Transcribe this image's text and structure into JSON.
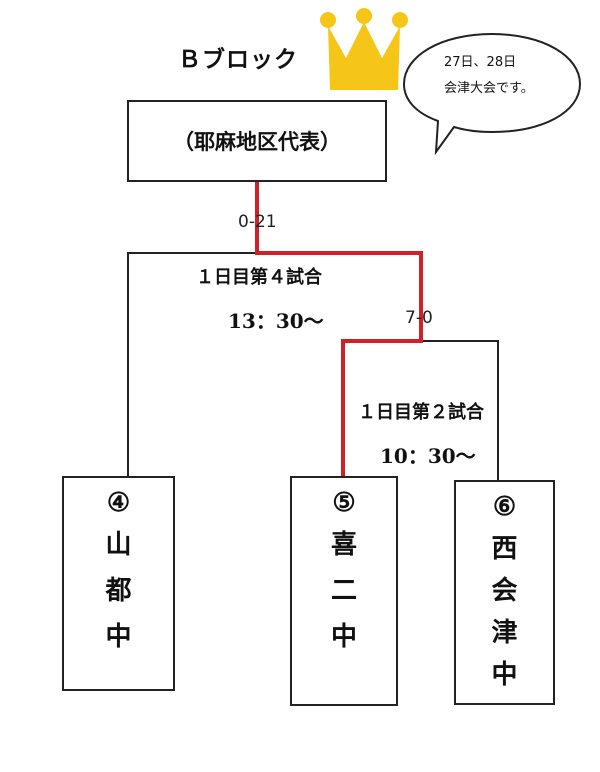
{
  "title": "Ｂブロック",
  "note": {
    "line1": "27日、28日",
    "line2": "会津大会です。"
  },
  "representative_box": "（耶麻地区代表）",
  "final": {
    "score": "0-21",
    "match": "１日目第４試合",
    "time": "13：30～"
  },
  "semi": {
    "score": "7-0",
    "match": "１日目第２試合",
    "time": "10：30～"
  },
  "teams": [
    {
      "number": "④",
      "name": [
        "山",
        "都",
        "中"
      ]
    },
    {
      "number": "⑤",
      "name": [
        "喜",
        "二",
        "中"
      ]
    },
    {
      "number": "⑥",
      "name": [
        "西",
        "会",
        "津",
        "中"
      ]
    }
  ],
  "colors": {
    "winner_path": "#d0202a",
    "crown": "#f5c518",
    "line": "#222222"
  },
  "icons": {
    "crown": "crown-icon",
    "speech_bubble": "speech-bubble-icon"
  }
}
